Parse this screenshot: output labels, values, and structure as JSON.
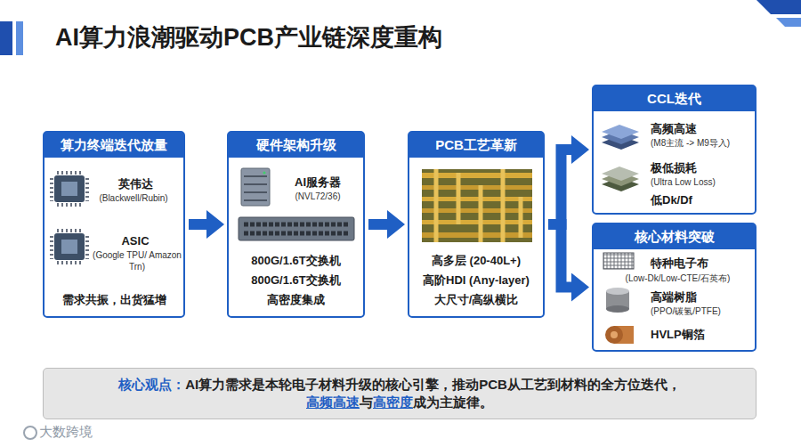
{
  "diagram": {
    "title": "AI算力浪潮驱动PCB产业链深度重构",
    "nodes": [
      {
        "text": [
          "算力终端迭代放量",
          "英伟达",
          "(Blackwell/Rubin)",
          "ASIC",
          "(Google TPU/ Amazon Trn)",
          "需求共振，出货猛增"
        ]
      },
      {
        "text": [
          "硬件架构升级",
          "AI服务器",
          "(NVL72/36)",
          "800G/1.6T交换机",
          "800G/1.6T交换机",
          "高密度集成"
        ]
      },
      {
        "text": [
          "PCB工艺革新",
          "高多层 (20-40L+)",
          "高阶HDI (Any-layer)",
          "大尺寸/高纵横比"
        ]
      },
      {
        "text": [
          "CCL迭代",
          "高频高速",
          "(M8主流 -> M9导入)",
          "极低损耗",
          "(Ultra Low Loss)",
          "低Dk/Df"
        ]
      },
      {
        "text": [
          "核心材料突破",
          "特种电子布",
          "(Low-Dk/Low-CTE/石英布)",
          "高端树脂",
          "(PPO/碳氢/PTFE)",
          "HVLP铜箔"
        ]
      },
      {
        "text": [
          "核心观点：",
          "AI算力需求是本轮电子材料升级的核心引擎，推动PCB从工艺到材料的全方位迭代，",
          "高频高速",
          "与",
          "高密度",
          "成为主旋律。"
        ]
      }
    ],
    "edges": [
      {
        "from": 0,
        "to": 1,
        "arrow": "to"
      },
      {
        "from": 1,
        "to": 2,
        "arrow": "to"
      },
      {
        "from": 2,
        "to": 3,
        "arrow": "to"
      },
      {
        "from": 2,
        "to": 4,
        "arrow": "to"
      }
    ],
    "labels": [
      "大数跨境"
    ]
  }
}
